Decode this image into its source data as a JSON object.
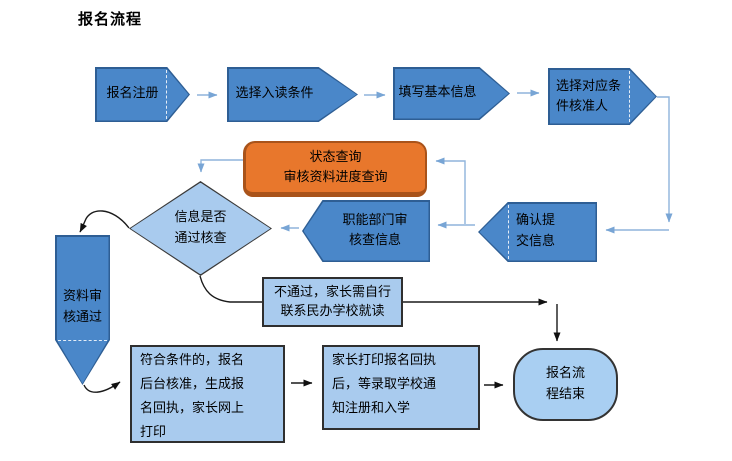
{
  "title": "报名流程",
  "nodes": {
    "register": "报名注册",
    "select_condition": "选择入读条件",
    "fill_basic": "填写基本信息",
    "select_approver": "选择对应条\n件核准人",
    "status_query": "状态查询\n审核资料进度查询",
    "confirm_submit": "确认提\n交信息",
    "dept_review": "职能部门审\n核查信息",
    "check_pass": "信息是否\n通过核查",
    "material_pass": "资料审\n核通过",
    "not_pass": "不通过，家长需自行\n联系民办学校就读",
    "generate_receipt": "符合条件的，报名\n后台核准，生成报\n名回执，家长网上\n打印",
    "wait_admission": "家长打印报名回执\n后，等录取学校通\n知注册和入学",
    "end": "报名流\n程结束"
  },
  "colors": {
    "process_blue": "#4A87C9",
    "process_blue_border": "#2E5E94",
    "light_blue": "#A9CBEE",
    "diamond_blue": "#A9CBEE",
    "terminator_blue": "#A9CFF2",
    "orange": "#E8772C",
    "orange_border": "#A9531A",
    "connector_blue": "#8FB4DC",
    "connector_black": "#1A1A1A"
  }
}
